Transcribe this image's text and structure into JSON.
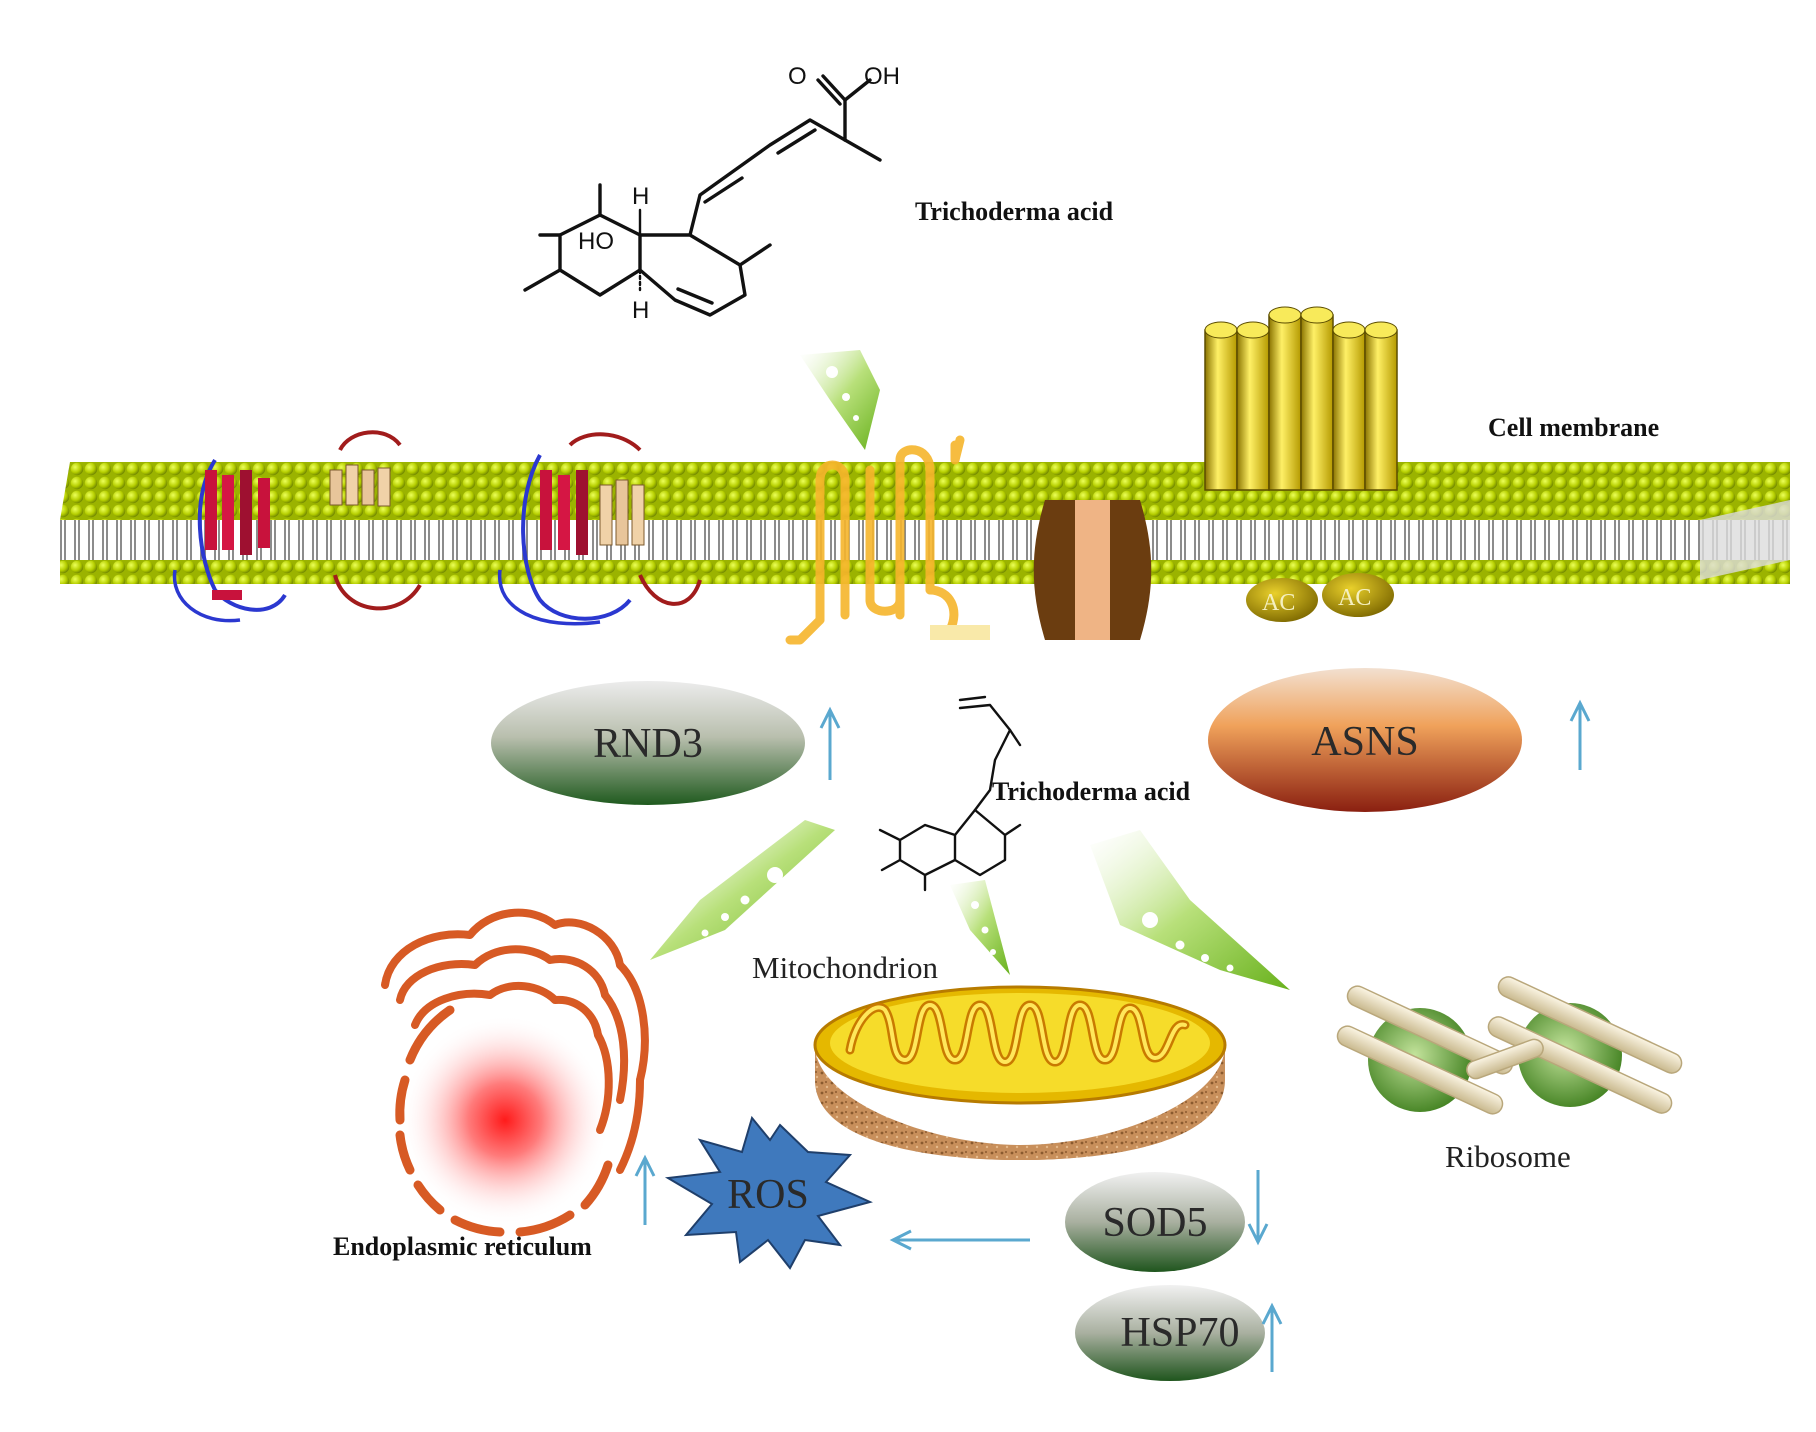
{
  "labels": {
    "trichoderma_top": "Trichoderma acid",
    "trichoderma_mid": "Trichoderma acid",
    "cell_membrane": "Cell membrane",
    "mitochondrion": "Mitochondrion",
    "ribosome": "Ribosome",
    "endoplasmic_reticulum": "Endoplasmic reticulum",
    "ac_1": "AC",
    "ac_2": "AC"
  },
  "molecule": {
    "carbonyl_o": "O",
    "hydroxyl": "OH",
    "ring_hydroxyl": "HO",
    "h_top": "H",
    "h_bottom": "H"
  },
  "markers": {
    "rnd3": {
      "label": "RND3",
      "direction": "up"
    },
    "asns": {
      "label": "ASNS",
      "direction": "up"
    },
    "ros": {
      "label": "ROS",
      "direction": "up"
    },
    "sod5": {
      "label": "SOD5",
      "direction": "down"
    },
    "hsp70": {
      "label": "HSP70",
      "direction": "up"
    }
  },
  "colors": {
    "membrane_head": "#a8c400",
    "membrane_head_light": "#d9ef2a",
    "arrow_green": "#7cc12a",
    "arrow_blue": "#5aa8cf",
    "ros_fill": "#3f79bd",
    "er_orange": "#d75a24",
    "mito_yellow": "#f2d400",
    "channel_yellow": "#e8cc00",
    "asns_fill": "#e98f4e",
    "rnd3_fill": "#5d7d4e"
  }
}
